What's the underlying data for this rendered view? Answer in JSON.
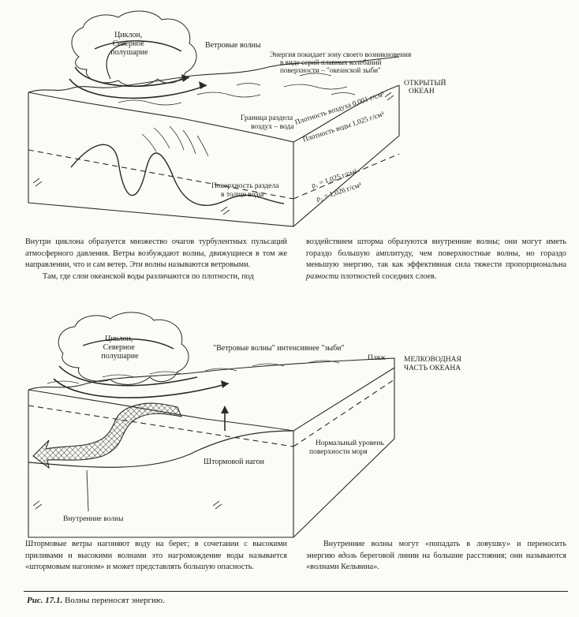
{
  "figure1": {
    "cyclone_label": [
      "Циклон,",
      "Северное",
      "полушарие"
    ],
    "wind_waves": "Ветровые волны",
    "energy_note": [
      "Энергия покидает зону своего возникновения",
      "в виде серий плавных колебаний",
      "поверхности – \"океанской зыби\""
    ],
    "open_ocean": [
      "ОТКРЫТЫЙ",
      "ОКЕАН"
    ],
    "air_density": "Плотность воздуха 0,001 г/см³",
    "water_density": "Плотность воды 1,025 г/см³",
    "air_water_boundary": [
      "Граница раздела",
      "воздух – вода"
    ],
    "p1": "ρ₁ = 1,025 г/см³",
    "p2": "ρ₂ = 1,026 г/см³",
    "internal_boundary": [
      "Поверхность раздела",
      "в толще воды"
    ]
  },
  "text1": {
    "left": [
      "Внутри циклона образуется множество очагов турбулентных пульсаций атмосферного давления. Ветры возбуждают волны, движущиеся в том же направлении, что и сам ветер. Эти волны называются ветровыми.",
      "Там, где слои океанской воды различаются по плотности, под"
    ],
    "right_before": "воздействием шторма образуются внутренние волны; они могут иметь гораздо большую амплитуду, чем поверхностные волны, но гораздо меньшую энергию, так как эффективная сила тяжести пропорциональна ",
    "right_em": "разности",
    "right_after": " плотностей соседних слоев."
  },
  "figure2": {
    "cyclone_label": [
      "Циклон,",
      "Северное",
      "полушарие"
    ],
    "wind_waves_note": "\"Ветровые волны\" интенсивнее \"зыби\"",
    "beach": "Пляж",
    "shallow": [
      "МЕЛКОВОДНАЯ",
      "ЧАСТЬ ОКЕАНА"
    ],
    "normal_level": [
      "Нормальный уровень",
      "поверхности моря"
    ],
    "storm_surge": "Штормовой нагон",
    "internal_waves": "Внутренние волны"
  },
  "text2": {
    "left": "Штормовые ветры нагоняют воду на берег; в сочетании с высокими приливами и высокими волнами это нагромождение воды называется «штормовым нагоном» и может представлять большую опасность.",
    "right_before": "Внутренние волны могут «попадать в ловушку» и переносить энергию ",
    "right_em": "вдоль",
    "right_after": " береговой линии на большие расстояния; они называются «волнами Кельвина»."
  },
  "caption": {
    "number": "Рис. 17.1.",
    "text": " Волны переносят энергию."
  }
}
